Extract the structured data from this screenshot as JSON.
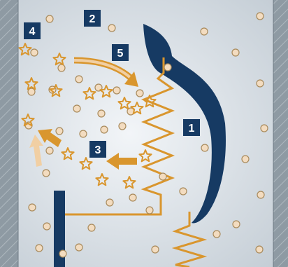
{
  "colors": {
    "background": "#d6dde3",
    "wall": "#8e9aa3",
    "navy": "#163a63",
    "orange": "#d9962e",
    "arrow_light": "#f1cfa3",
    "particle_fill": "#f3dcc0",
    "particle_stroke": "#a88a5c"
  },
  "labels": {
    "n1": "1",
    "n2": "2",
    "n3": "3",
    "n4": "4",
    "n5": "5"
  },
  "icons": {
    "star": "star-particle-icon",
    "circle": "round-particle-icon",
    "arrow": "flow-arrow-icon"
  }
}
